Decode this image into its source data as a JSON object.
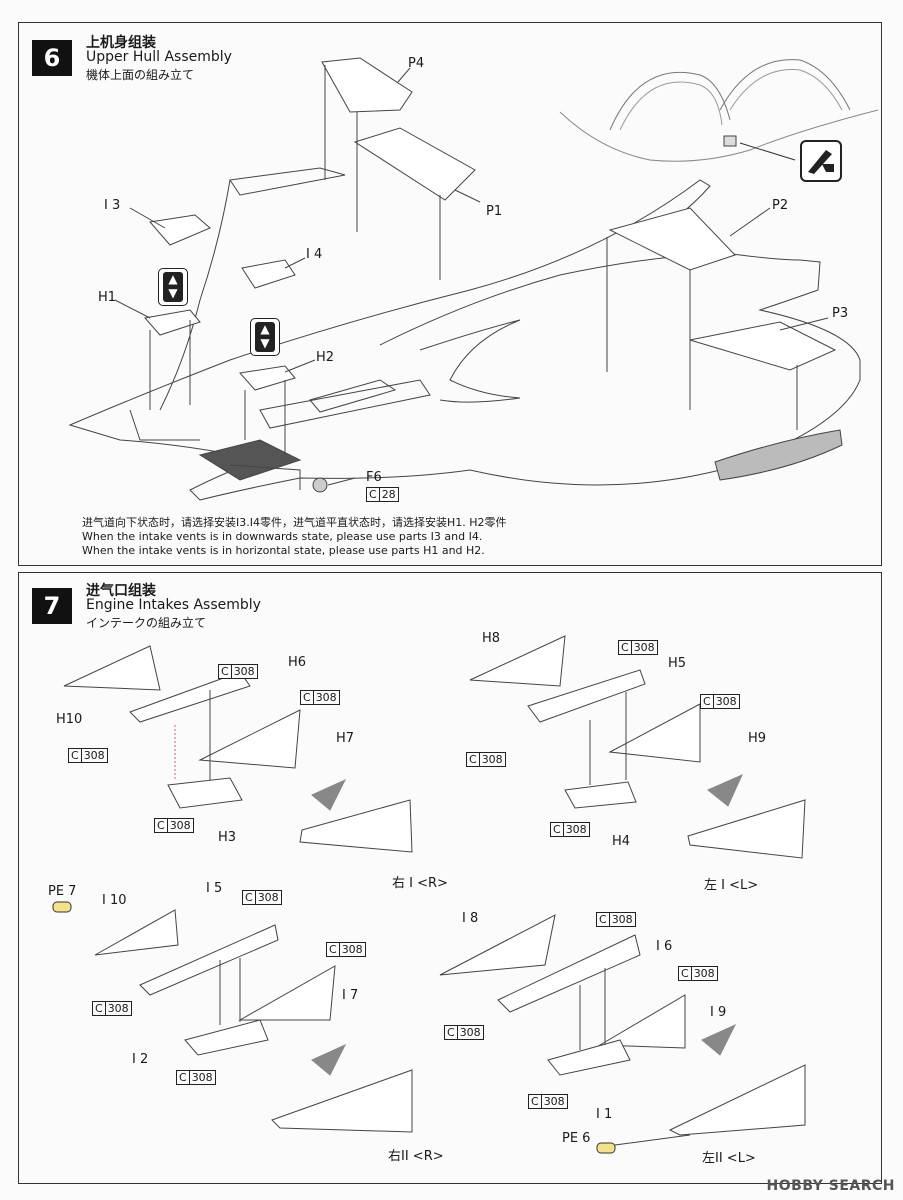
{
  "step6": {
    "number": "6",
    "title_cn": "上机身组装",
    "title_en": "Upper Hull Assembly",
    "title_jp": "機体上面の組み立て",
    "parts": {
      "p4": "P4",
      "p1": "P1",
      "p2": "P2",
      "p3": "P3",
      "i3": "I 3",
      "i4": "I 4",
      "h1": "H1",
      "h2": "H2",
      "f6": "F6",
      "c28_c": "C",
      "c28_n": "28"
    },
    "notes": [
      "进气道向下状态时，请选择安装I3.I4零件，进气道平直状态时，请选择安装H1. H2零件",
      "When the intake vents is in downwards state, please use parts I3 and I4.",
      "When the intake vents is in horizontal state, please use parts H1 and H2."
    ]
  },
  "step7": {
    "number": "7",
    "title_cn": "进气口组装",
    "title_en": "Engine Intakes Assembly",
    "title_jp": "インテークの組み立て",
    "ref_c": "C",
    "ref_n": "308",
    "subA": {
      "h6": "H6",
      "h10": "H10",
      "h7": "H7",
      "h3": "H3",
      "side": "右 I <R>"
    },
    "subB": {
      "h8": "H8",
      "h5": "H5",
      "h9": "H9",
      "h4": "H4",
      "side": "左 I <L>"
    },
    "subC": {
      "pe7": "PE 7",
      "i10": "I 10",
      "i5": "I 5",
      "i7": "I 7",
      "i2": "I 2",
      "side": "右II <R>"
    },
    "subD": {
      "i8": "I 8",
      "i6": "I 6",
      "i9": "I 9",
      "i1": "I 1",
      "pe6": "PE 6",
      "side": "左II <L>"
    }
  },
  "watermark": "HOBBY SEARCH"
}
